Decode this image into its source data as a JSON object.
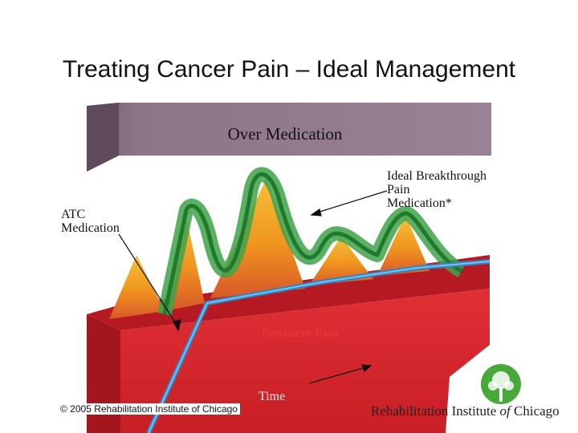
{
  "title": "Treating Cancer Pain – Ideal Management",
  "labels": {
    "over_medication": "Over Medication",
    "atc_medication": "ATC\nMedication",
    "ideal_breakthrough": "Ideal Breakthrough\nPain\nMedication*",
    "persistent_pain": "Persistent Pain",
    "time": "Time"
  },
  "footer": {
    "copyright": "© 2005 Rehabilitation Institute of Chicago",
    "org_name_prefix": "Rehabilitation Institute ",
    "org_name_italic": "of",
    "org_name_suffix": " Chicago"
  },
  "colors": {
    "over_band": "#8d7587",
    "persistent_red": "#d8232a",
    "atc_line": "#2f86c6",
    "breakthrough_green": "#3fa24a",
    "peak_orange": "#f0951e",
    "logo_green": "#49a83a"
  }
}
